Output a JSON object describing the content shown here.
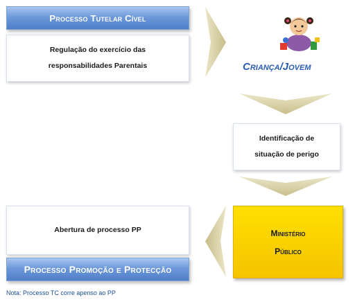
{
  "header_top": "Processo Tutelar Cível",
  "regulacao_line1": "Regulação do exercício das",
  "regulacao_line2": "responsabilidades Parentais",
  "crianca_jovem": "Criança/Jovem",
  "identificacao_line1": "Identificação de",
  "identificacao_line2": "situação de perigo",
  "abertura": "Abertura de processo PP",
  "ministerio_line1": "Ministério",
  "ministerio_line2": "Público",
  "header_bottom": "Processo Promoção e Protecção",
  "nota": "Nota: Processo TC corre apenso ao PP",
  "colors": {
    "blue_bar": "#5f8fd6",
    "yellow_box": "#f8cc00",
    "chevron": "#d9d1a3",
    "accent_text": "#2a5db0"
  }
}
